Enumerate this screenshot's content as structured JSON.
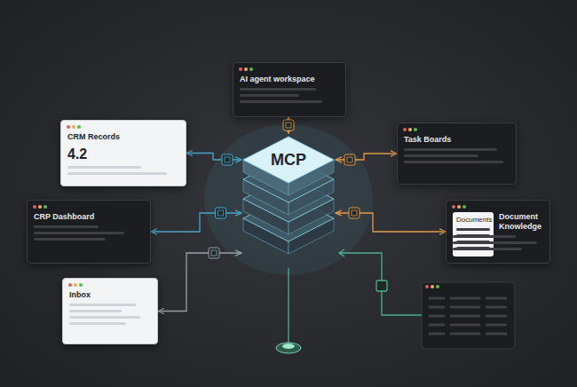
{
  "diagram": {
    "nodes": [
      {
        "text": [
          "MCP"
        ]
      },
      {
        "text": [
          "CRM Records",
          "4.2"
        ]
      },
      {
        "text": [
          "AI agent workspace"
        ]
      },
      {
        "text": [
          "Task Boards"
        ]
      },
      {
        "text": [
          "CRP Dashboard"
        ]
      },
      {
        "text": [
          "Documents",
          "Document Knowledge"
        ]
      },
      {
        "text": [
          "Inbox"
        ]
      }
    ],
    "edges": [
      {
        "from": 1,
        "to": 0,
        "arrow": "both"
      },
      {
        "from": 2,
        "to": 0,
        "arrow": "both"
      },
      {
        "from": 3,
        "to": 0,
        "arrow": "both"
      },
      {
        "from": 4,
        "to": 0,
        "arrow": "both"
      },
      {
        "from": 5,
        "to": 0,
        "arrow": "both"
      },
      {
        "from": 6,
        "to": 0,
        "arrow": "both"
      }
    ]
  }
}
